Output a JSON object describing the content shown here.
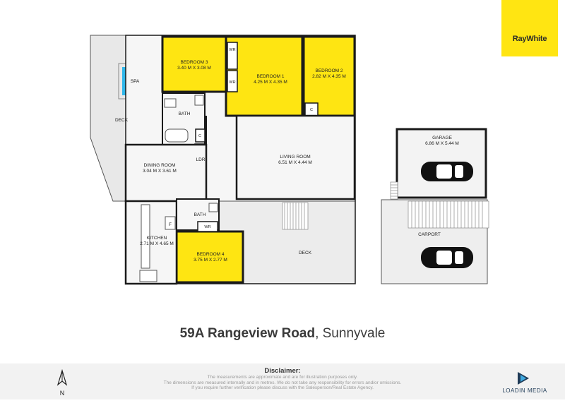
{
  "brand": {
    "logo_text": "RayWhite",
    "logo_color": "#ffe512"
  },
  "address": {
    "street": "59A Rangeview Road",
    "suburb": ", Sunnyvale"
  },
  "rooms": {
    "bedroom3": {
      "name": "BEDROOM 3",
      "size": "3.40 M X 3.08 M"
    },
    "bedroom1": {
      "name": "BEDROOM 1",
      "size": "4.25 M X 4.35 M"
    },
    "bedroom2": {
      "name": "BEDROOM 2",
      "size": "2.82 M X 4.35 M"
    },
    "bedroom4": {
      "name": "BEDROOM 4",
      "size": "3.75 M X 2.77 M"
    },
    "living": {
      "name": "LIVING ROOM",
      "size": "6.51 M X 4.44 M"
    },
    "dining": {
      "name": "DINING ROOM",
      "size": "3.04 M X 3.61 M"
    },
    "kitchen": {
      "name": "KITCHEN",
      "size": "2.71 M X 4.65 M"
    },
    "garage": {
      "name": "GARAGE",
      "size": "6.86 M X 5.44 M"
    },
    "carport": {
      "name": "CARPORT"
    },
    "spa": {
      "name": "SPA"
    },
    "deck_upper": {
      "name": "DECK"
    },
    "deck_lower": {
      "name": "DECK"
    },
    "bath1": {
      "name": "BATH"
    },
    "bath2": {
      "name": "BATH"
    },
    "wr1": {
      "name": "WR"
    },
    "wr2": {
      "name": "WR"
    },
    "wr3": {
      "name": "WR"
    },
    "c1": {
      "name": "C"
    },
    "c2": {
      "name": "C"
    },
    "ldr": {
      "name": "LDR"
    },
    "f": {
      "name": "F"
    }
  },
  "colors": {
    "bedroom_fill": "#fee512",
    "spa_fill": "#2fb7ea",
    "wall": "#1a1a1a",
    "deck_fill": "#e9e9e9"
  },
  "footer": {
    "disclaimer_title": "Disclaimer:",
    "line1": "The measurements are approximate and are for illustration purposes only.",
    "line2": "The dimensions are measured internally and in metres. We do not take any responsibility for errors and/or omissions.",
    "line3": "If you require further verification please discuss with the Salesperson/Real Estate Agency.",
    "north_label": "N",
    "brand_name": "LOADIN MEDIA"
  }
}
